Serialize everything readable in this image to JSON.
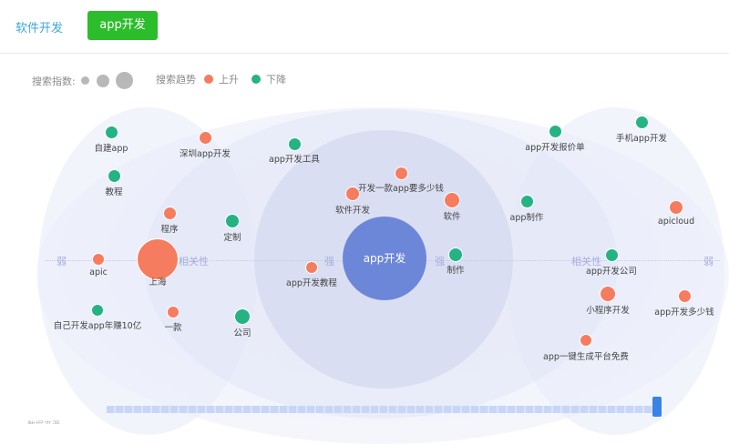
{
  "tabs": [
    {
      "label": "软件开发",
      "active": false
    },
    {
      "label": "app开发",
      "active": true
    }
  ],
  "legend": {
    "size_label": "搜索指数:",
    "trend_label": "搜索趋势",
    "up_label": "上升",
    "down_label": "下降",
    "up_color": "#f67c5f",
    "down_color": "#25b383"
  },
  "center": {
    "label": "app开发",
    "color": "#6d87d8"
  },
  "axis": {
    "weak_left": "弱",
    "relevance_left": "相关性",
    "strong_left": "强",
    "strong_right": "强",
    "relevance_right": "相关性",
    "weak_right": "弱"
  },
  "keywords": [
    {
      "label": "自建app",
      "trend": "down"
    },
    {
      "label": "深圳app开发",
      "trend": "up"
    },
    {
      "label": "app开发工具",
      "trend": "down"
    },
    {
      "label": "教程",
      "trend": "down"
    },
    {
      "label": "开发一款app要多少钱",
      "trend": "up"
    },
    {
      "label": "软件开发",
      "trend": "up"
    },
    {
      "label": "软件",
      "trend": "up"
    },
    {
      "label": "程序",
      "trend": "up"
    },
    {
      "label": "定制",
      "trend": "down"
    },
    {
      "label": "apic",
      "trend": "up"
    },
    {
      "label": "上海",
      "trend": "up"
    },
    {
      "label": "app开发教程",
      "trend": "up"
    },
    {
      "label": "制作",
      "trend": "down"
    },
    {
      "label": "自己开发app年赚10亿",
      "trend": "down"
    },
    {
      "label": "一款",
      "trend": "up"
    },
    {
      "label": "公司",
      "trend": "down"
    },
    {
      "label": "app开发报价单",
      "trend": "down"
    },
    {
      "label": "手机app开发",
      "trend": "down"
    },
    {
      "label": "app制作",
      "trend": "down"
    },
    {
      "label": "apicloud",
      "trend": "up"
    },
    {
      "label": "app开发公司",
      "trend": "down"
    },
    {
      "label": "小程序开发",
      "trend": "up"
    },
    {
      "label": "app开发多少钱",
      "trend": "up"
    },
    {
      "label": "app一键生成平台免费",
      "trend": "up"
    }
  ],
  "footer": {
    "text": "数据来源"
  }
}
